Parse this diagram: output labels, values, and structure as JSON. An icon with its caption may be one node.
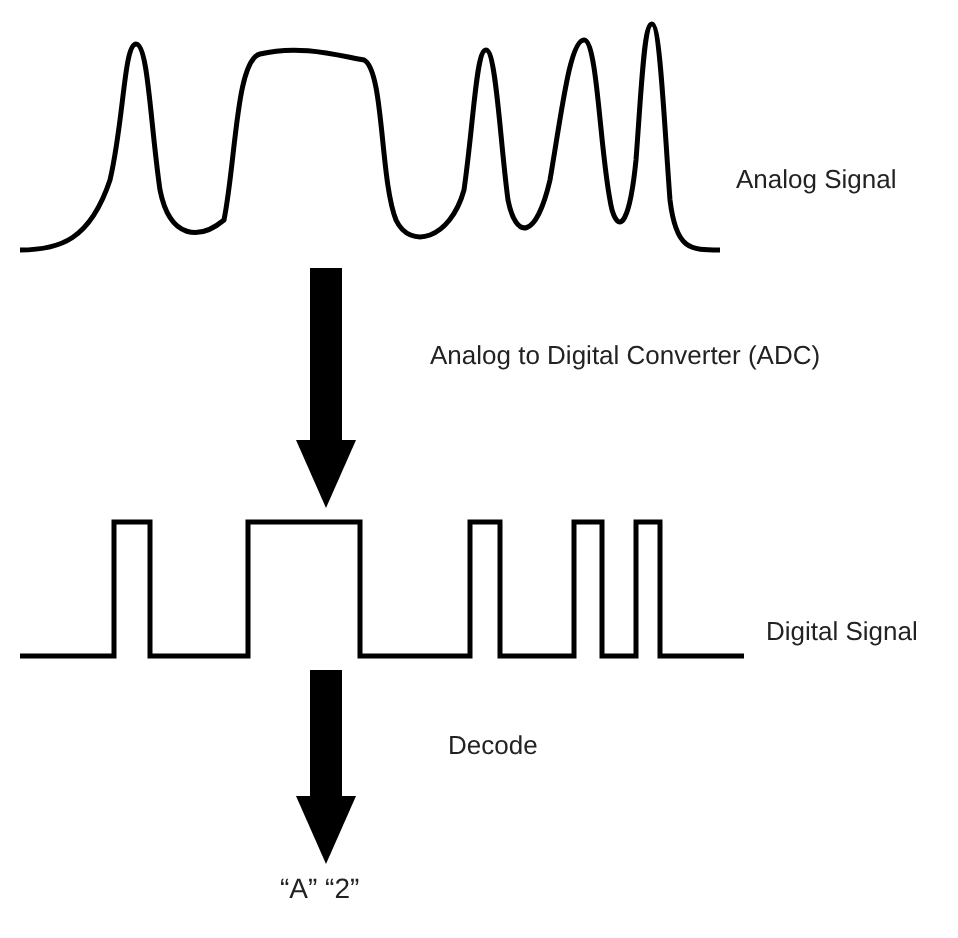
{
  "diagram": {
    "nodes": [
      {
        "text": [],
        "shape": "picture",
        "beside": [
          "Analog Signal"
        ]
      },
      {
        "text": [],
        "shape": "picture",
        "beside": [
          "Digital Signal"
        ]
      },
      {
        "text": [
          "“A”  “2”"
        ]
      }
    ],
    "edges": [
      {
        "from": 0,
        "to": 1,
        "arrow": "to",
        "label": "Analog to Digital Converter (ADC)"
      },
      {
        "from": 1,
        "to": 2,
        "arrow": "to",
        "label": "Decode"
      }
    ]
  }
}
